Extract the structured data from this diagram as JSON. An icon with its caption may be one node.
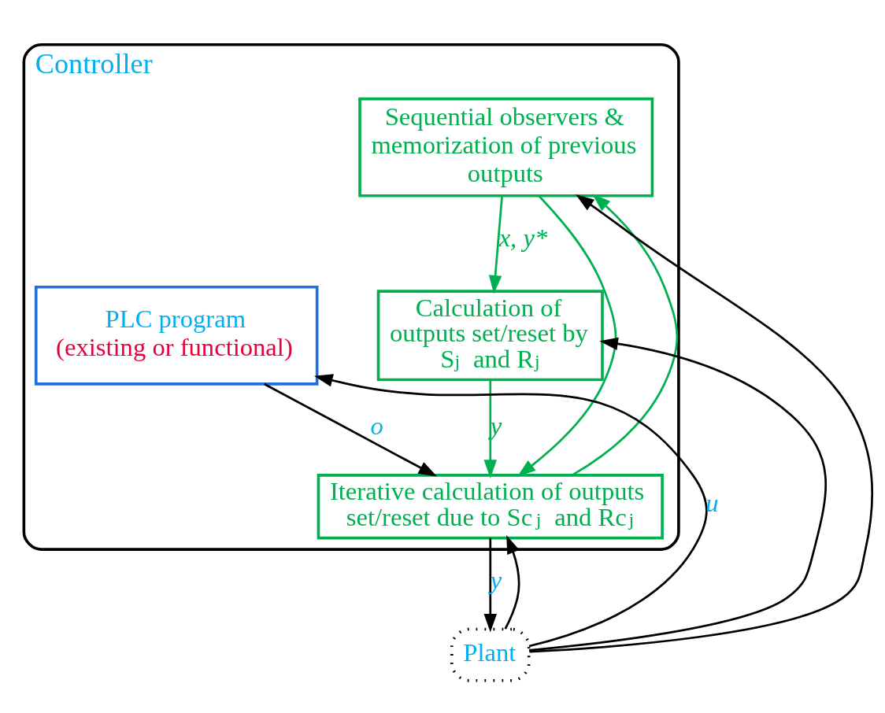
{
  "diagram": {
    "nodes": [
      {
        "text": [
          "Controller"
        ]
      },
      {
        "text": [
          "Sequential observers & memorization of previous outputs"
        ],
        "in": 0
      },
      {
        "text": [
          "PLC program",
          "(existing or functional)"
        ],
        "in": 0
      },
      {
        "text": [
          "Calculation of outputs set/reset by S$_{j}$ and R$_{j}$"
        ],
        "in": 0
      },
      {
        "text": [
          "Iterative calculation of outputs set/reset due to Sc$_{j}$ and Rc$_{j}$"
        ],
        "in": 0
      },
      {
        "text": [
          "Plant"
        ]
      }
    ],
    "edges": [
      {
        "from": 5,
        "to": 2,
        "arrow": "to",
        "label": "u"
      },
      {
        "from": 5,
        "to": 1,
        "arrow": "to"
      },
      {
        "from": 5,
        "to": 3,
        "arrow": "to"
      },
      {
        "from": 5,
        "to": 4,
        "arrow": "to"
      },
      {
        "from": 2,
        "to": 4,
        "arrow": "to",
        "label": "o"
      },
      {
        "from": 1,
        "to": 3,
        "arrow": "to",
        "label": "x, y*",
        "color": "#00b050"
      },
      {
        "from": 1,
        "to": 4,
        "arrow": "to",
        "color": "#00b050"
      },
      {
        "from": 3,
        "to": 4,
        "arrow": "to",
        "label": "y",
        "color": "#00b050"
      },
      {
        "from": 4,
        "to": 1,
        "arrow": "to",
        "color": "#00b050"
      },
      {
        "from": 4,
        "to": 5,
        "arrow": "to",
        "label": "y"
      }
    ]
  }
}
